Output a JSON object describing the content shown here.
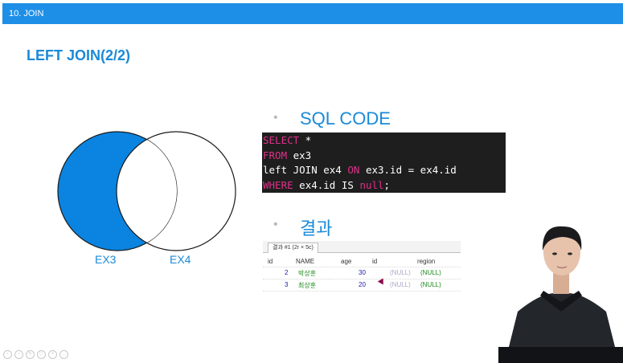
{
  "topbar": {
    "title": "10. JOIN"
  },
  "slide": {
    "title": "LEFT JOIN(2/2)"
  },
  "venn": {
    "left_label": "EX3",
    "right_label": "EX4",
    "fill_color": "#0a84e0"
  },
  "sections": {
    "sql_heading": "SQL CODE",
    "result_heading": "결과"
  },
  "sql": {
    "line1_kw": "SELECT",
    "line1_rest": " *",
    "line2_kw": "FROM",
    "line2_rest": " ex3",
    "line3_a": "left JOIN ex4 ",
    "line3_kw": "ON",
    "line3_b": " ex3.id = ex4.id",
    "line4_kw": "WHERE",
    "line4_a": " ex4.id IS ",
    "line4_kw2": "null",
    "line4_b": ";"
  },
  "results": {
    "tab_label": "결과 #1 (2r × 5c)",
    "headers": [
      "id",
      "NAME",
      "age",
      "id",
      "region"
    ],
    "rows": [
      [
        "2",
        "박상훈",
        "30",
        "(NULL)",
        "(NULL)"
      ],
      [
        "3",
        "최상훈",
        "20",
        "(NULL)",
        "(NULL)"
      ]
    ]
  },
  "colors": {
    "accent": "#1a8ad8",
    "topbar": "#1e8fe6",
    "keyword": "#e0308a"
  }
}
